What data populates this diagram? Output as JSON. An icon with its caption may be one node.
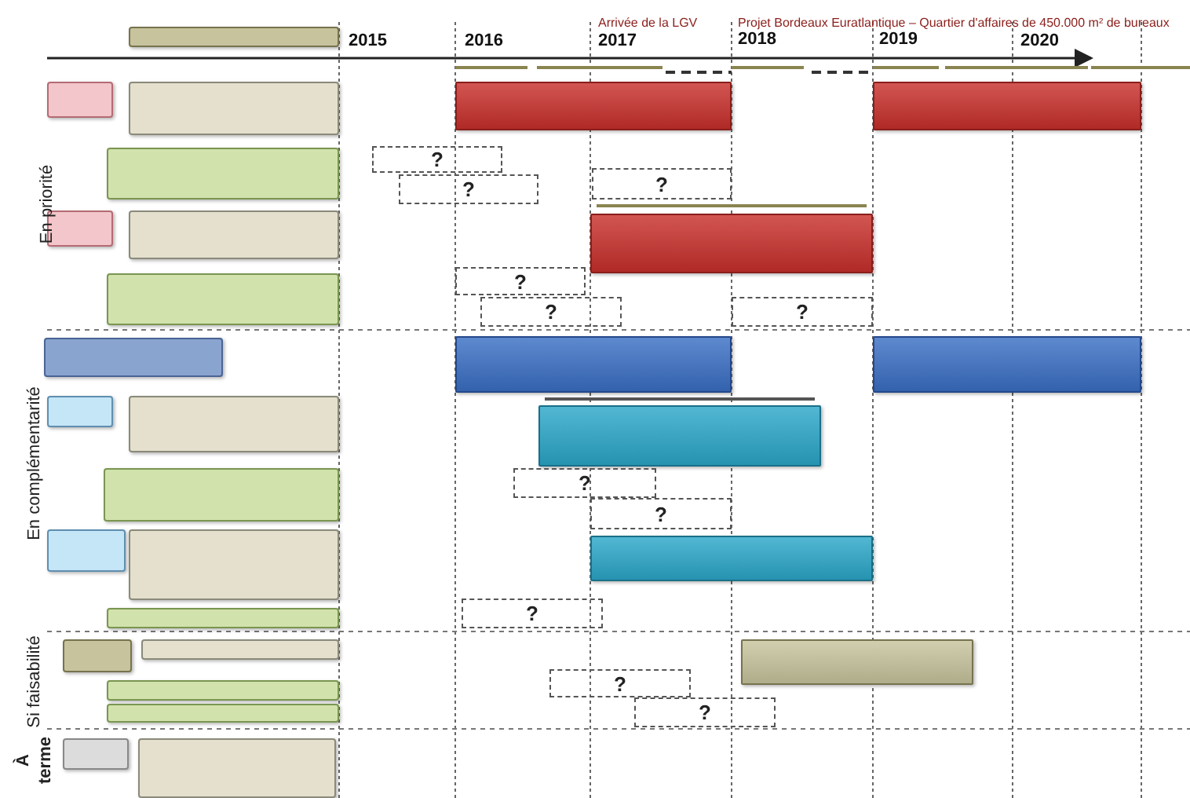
{
  "diagram": {
    "nodes": [
      {
        "text": [],
        "shape": "box"
      },
      {
        "text": [],
        "shape": "box"
      },
      {
        "text": [],
        "shape": "box"
      },
      {
        "text": [],
        "shape": "bar"
      },
      {
        "text": [],
        "shape": "bar"
      },
      {
        "text": [
          "?"
        ]
      },
      {
        "text": [],
        "shape": "box"
      },
      {
        "text": [
          "?"
        ]
      },
      {
        "text": [
          "?"
        ]
      },
      {
        "text": [],
        "shape": "box"
      },
      {
        "text": [],
        "shape": "box"
      },
      {
        "text": [],
        "shape": "bar"
      },
      {
        "text": [
          "?"
        ]
      },
      {
        "text": [],
        "shape": "box"
      },
      {
        "text": [
          "?"
        ]
      },
      {
        "text": [
          "?"
        ]
      },
      {
        "text": [],
        "shape": "bar"
      },
      {
        "text": [],
        "shape": "bar"
      },
      {
        "text": [],
        "shape": "box"
      },
      {
        "text": [],
        "shape": "box"
      },
      {
        "text": [],
        "shape": "box"
      },
      {
        "text": [],
        "shape": "bar"
      },
      {
        "text": [
          "?"
        ]
      },
      {
        "text": [],
        "shape": "box"
      },
      {
        "text": [
          "?"
        ]
      },
      {
        "text": [],
        "shape": "box"
      },
      {
        "text": [],
        "shape": "box"
      },
      {
        "text": [],
        "shape": "bar"
      },
      {
        "text": [
          "?"
        ]
      },
      {
        "text": [],
        "shape": "box"
      },
      {
        "text": [],
        "shape": "box"
      },
      {
        "text": [],
        "shape": "box"
      },
      {
        "text": [],
        "shape": "bar"
      },
      {
        "text": [
          "?"
        ]
      },
      {
        "text": [],
        "shape": "box"
      },
      {
        "text": [
          "?"
        ]
      },
      {
        "text": [],
        "shape": "box"
      },
      {
        "text": [],
        "shape": "box"
      },
      {
        "text": [],
        "shape": "box"
      }
    ],
    "labels": [
      "Arrivée de la LGV",
      "Projet Bordeaux Euratlantique – Quartier d'affaires de 450.000 m² de bureaux",
      "2015",
      "2016",
      "2017",
      "2018",
      "2019",
      "2020",
      "En priorité",
      "En complémentarité",
      "Si faisabilité",
      "À terme"
    ]
  }
}
